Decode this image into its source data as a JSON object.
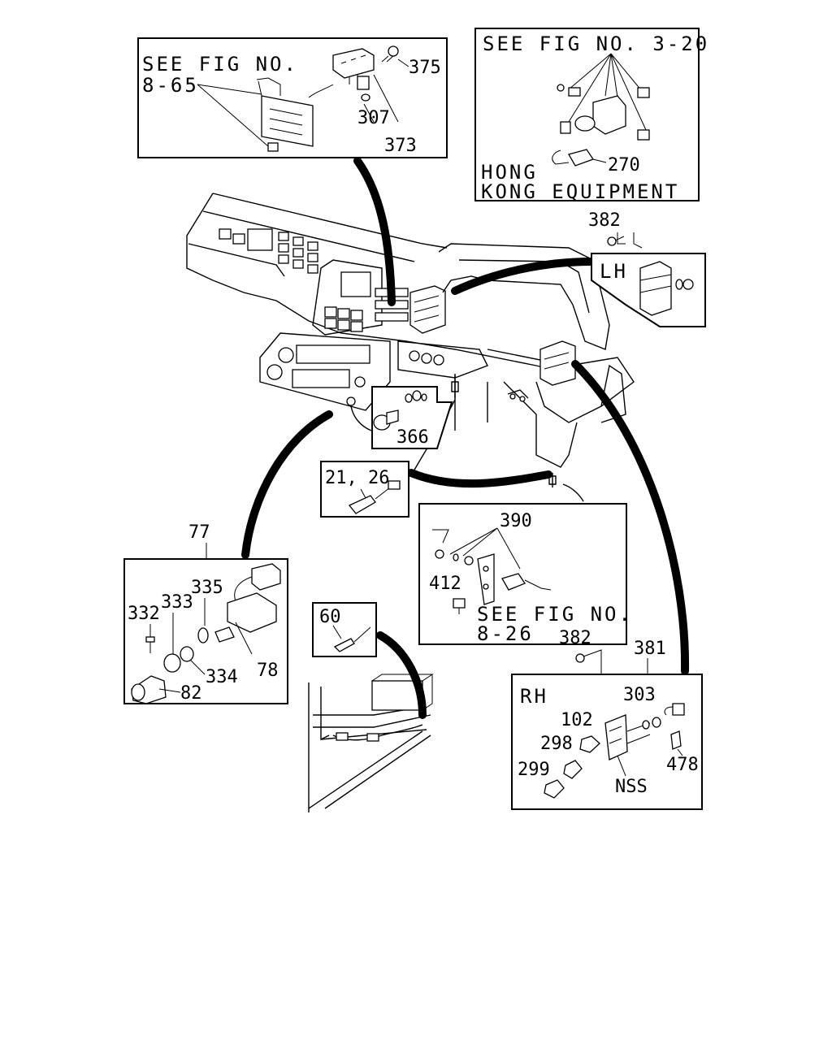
{
  "callouts": {
    "panel_8_65": {
      "ref_line1": "SEE FIG NO.",
      "ref_line2": "8-65",
      "p375": "375",
      "p307": "307",
      "p373": "373"
    },
    "panel_hk": {
      "ref": "SEE FIG NO. 3-20",
      "p270": "270",
      "note_line1": "HONG",
      "note_line2": "KONG EQUIPMENT"
    },
    "panel_lh": {
      "p382": "382",
      "side": "LH"
    },
    "p366": "366",
    "p21_26": "21, 26",
    "panel_390": {
      "p390": "390",
      "p412": "412",
      "ref_line1": "SEE FIG NO.",
      "ref_line2": "8-26"
    },
    "panel_77": {
      "p77": "77",
      "p332": "332",
      "p333": "333",
      "p335": "335",
      "p334": "334",
      "p78": "78",
      "p82": "82"
    },
    "p60": "60",
    "panel_rh": {
      "p382": "382",
      "p381": "381",
      "side": "RH",
      "p303": "303",
      "p102": "102",
      "p298": "298",
      "p299": "299",
      "p478": "478",
      "nss": "NSS"
    }
  }
}
